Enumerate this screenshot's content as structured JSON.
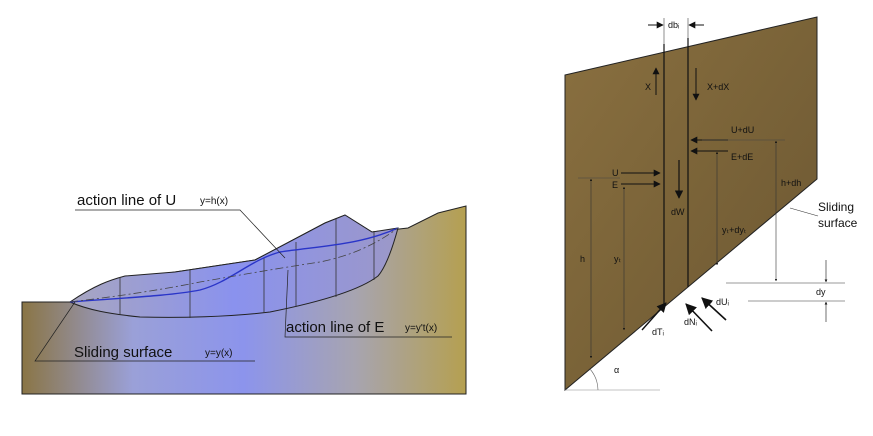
{
  "left_figure": {
    "label_action_u": "action line of U",
    "eq_action_u": "y=h(x)",
    "label_action_e": "action line of E",
    "eq_action_e": "y=y't(x)",
    "label_sliding": "Sliding surface",
    "eq_sliding": "y=y(x)"
  },
  "right_figure": {
    "db": "dbᵢ",
    "x": "X",
    "x_dx": "X+dX",
    "u_du": "U+dU",
    "e_de": "E+dE",
    "u": "U",
    "e": "E",
    "dw": "dW",
    "yt_dyt": "yₜ+dyₜ",
    "h_dh": "h+dh",
    "h": "h",
    "yt": "yₜ",
    "sliding_line1": "Sliding",
    "sliding_line2": "surface",
    "dy": "dy",
    "dui": "dUᵢ",
    "dni": "dNᵢ",
    "dti": "dTᵢ",
    "alpha": "α"
  },
  "colors": {
    "soil_light": "#c8b25a",
    "soil_dark": "#6f5a35",
    "slide_blue": "#8890ee",
    "curve_blue": "#2a35c8"
  }
}
